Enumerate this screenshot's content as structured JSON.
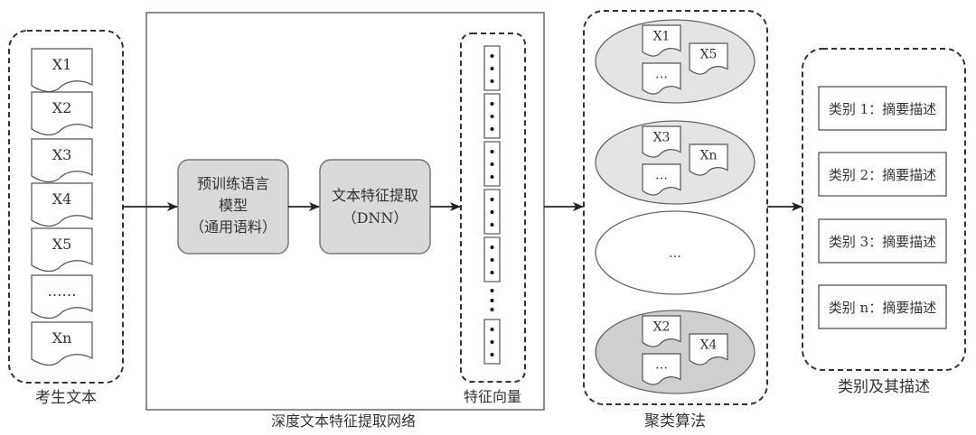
{
  "input_group": {
    "caption": "考生文本",
    "documents": [
      "X1",
      "X2",
      "X3",
      "X4",
      "X5",
      "……",
      "Xn"
    ]
  },
  "network": {
    "caption": "深度文本特征提取网络",
    "pretrained_model": {
      "line1": "预训练语言",
      "line2": "模型",
      "line3": "（通用语料）"
    },
    "feature_extractor": {
      "line1": "文本特征提取",
      "line2": "（DNN）"
    },
    "feature_vector": {
      "caption": "特征向量",
      "ellipsis": "•"
    }
  },
  "clustering": {
    "caption": "聚类算法",
    "clusters": [
      {
        "docs": [
          "X1",
          "X5",
          "…"
        ],
        "fill": "#e4e4e4"
      },
      {
        "docs": [
          "X3",
          "Xn",
          "…"
        ],
        "fill": "#e4e4e4"
      },
      {
        "center_text": "…",
        "fill": "#ffffff"
      },
      {
        "docs": [
          "X2",
          "X4",
          "…"
        ],
        "fill": "#cfcfcf"
      }
    ]
  },
  "categories": {
    "caption": "类别及其描述",
    "items": [
      "类别 1：摘要描述",
      "类别 2：摘要描述",
      "类别 3：摘要描述",
      "类别 n：摘要描述"
    ]
  },
  "colors": {
    "stroke": "#444444",
    "process_fill": "#d9d9d9",
    "cluster_fill_light": "#e4e4e4",
    "cluster_fill_dark": "#cfcfcf"
  }
}
